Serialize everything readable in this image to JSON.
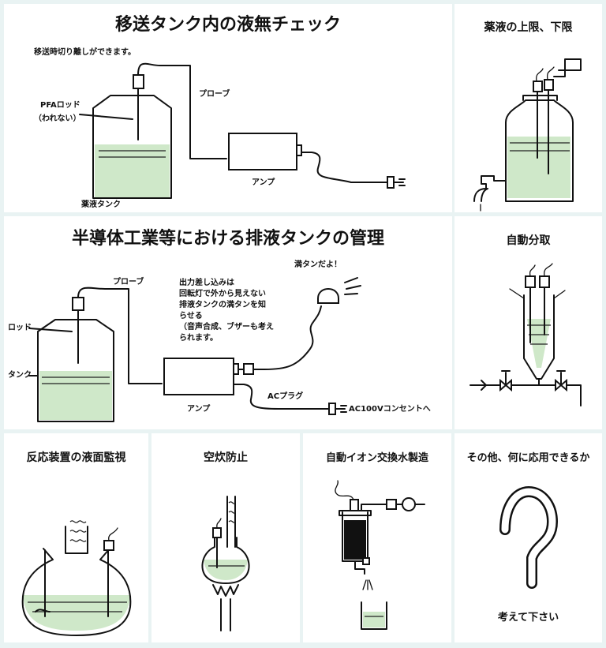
{
  "panels": {
    "tank_check": {
      "title": "移送タンク内の液無チェック",
      "labels": {
        "detach": "移送時切り離しができます。",
        "probe": "プローブ",
        "rod_line1": "PFAロッド",
        "rod_line2": "（われない）",
        "amp": "アンプ",
        "tank": "薬液タンク"
      }
    },
    "upper_lower": {
      "title": "薬液の上限、下限"
    },
    "semiconductor": {
      "title": "半導体工業等における排液タンクの管理",
      "labels": {
        "probe": "プローブ",
        "rod": "ロッド",
        "tank": "タンク",
        "amp": "アンプ",
        "ac_plug": "ACプラグ",
        "outlet": "AC100Vコンセントへ",
        "full_alarm": "満タンだよ！",
        "desc": [
          "出力差し込みは",
          "回転灯で外から見えない",
          "排液タンクの満タンを知",
          "らせる",
          "（音声合成、ブザーも考え",
          "られます。"
        ]
      }
    },
    "auto_dispense": {
      "title": "自動分取"
    },
    "reaction": {
      "title": "反応装置の液面監視"
    },
    "dry_heat": {
      "title": "空炊防止"
    },
    "ion_exchange": {
      "title": "自動イオン交換水製造"
    },
    "other": {
      "title": "その他、何に応用できるか",
      "caption": "考えて下さい"
    }
  },
  "colors": {
    "liquid": "#cfe8c9",
    "background": "#e9f3f3",
    "line": "#111111"
  }
}
